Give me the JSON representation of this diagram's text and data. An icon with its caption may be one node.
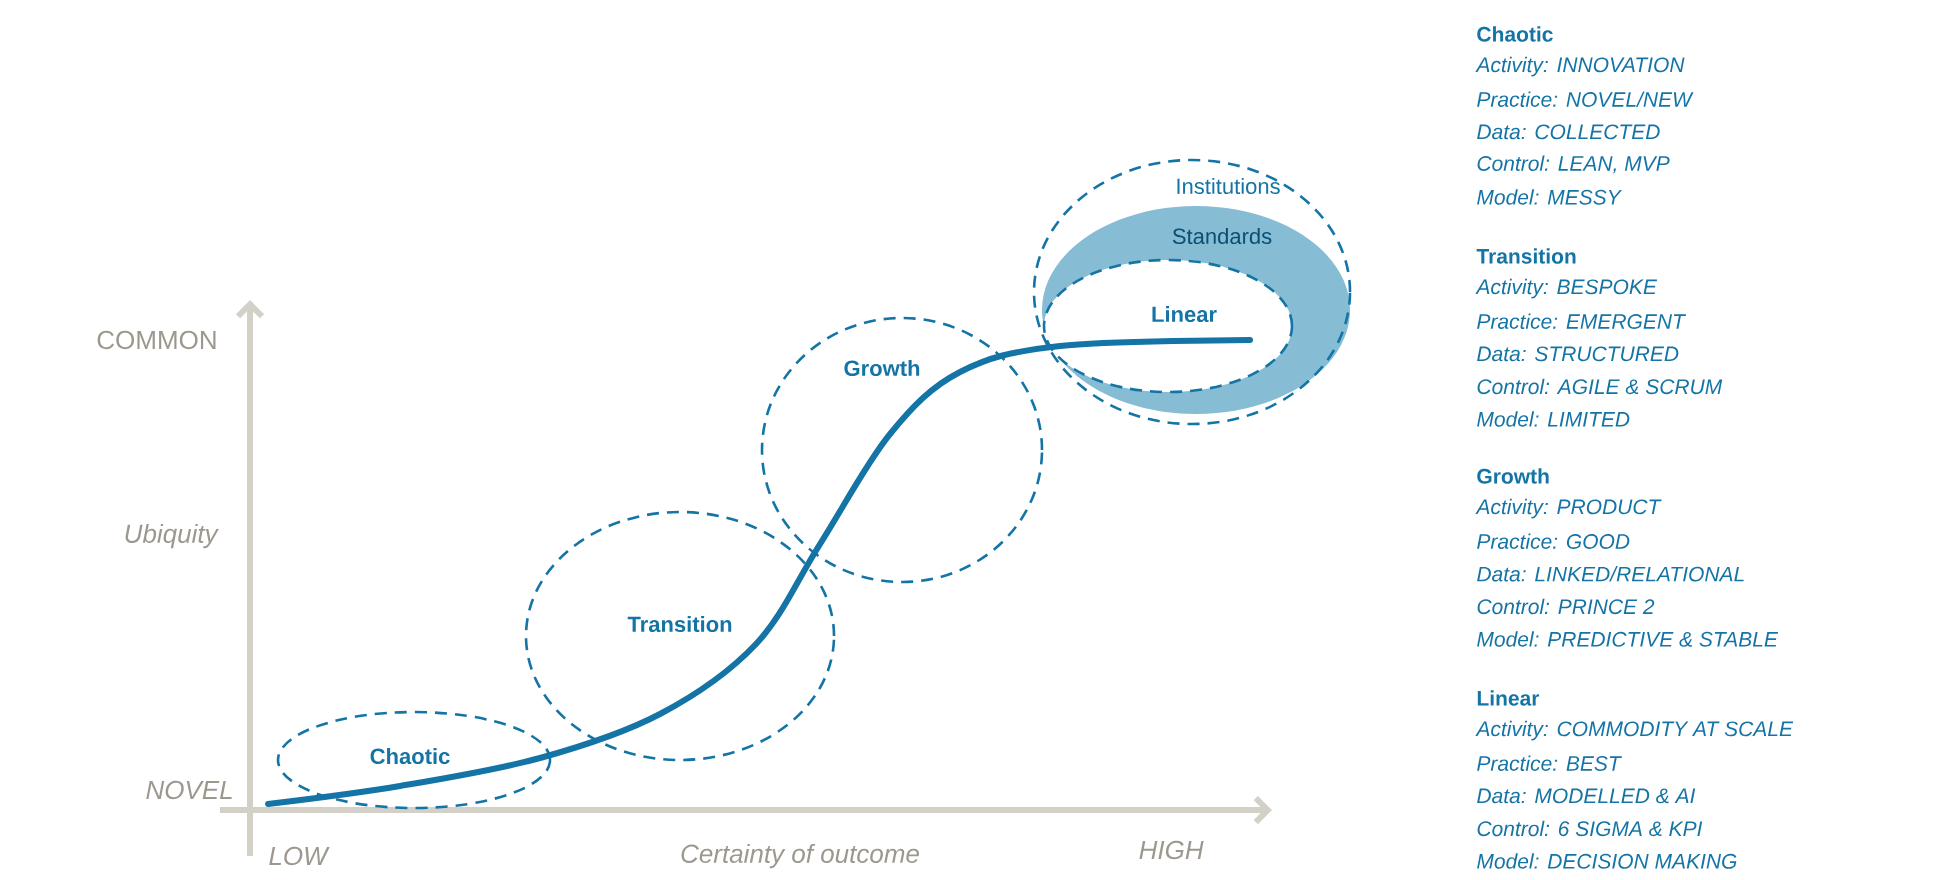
{
  "diagram": {
    "nodes": [
      {
        "text": [
          "Chaotic"
        ]
      },
      {
        "text": [
          "Transition"
        ]
      },
      {
        "text": [
          "Growth"
        ]
      },
      {
        "text": [
          "Institutions"
        ]
      },
      {
        "text": [
          "Standards"
        ],
        "in": 3
      },
      {
        "text": [
          "Linear"
        ],
        "in": 4
      }
    ],
    "edges": [],
    "labels": [
      "COMMON",
      "Ubiquity",
      "NOVEL",
      "LOW",
      "Certainty of outcome",
      "HIGH",
      "Chaotic",
      "Activity: INNOVATION",
      "Practice: NOVEL/NEW",
      "Data: COLLECTED",
      "Control: LEAN, MVP",
      "Model: MESSY",
      "Transition",
      "Activity: BESPOKE",
      "Practice: EMERGENT",
      "Data: STRUCTURED",
      "Control: AGILE & SCRUM",
      "Model: LIMITED",
      "Growth",
      "Activity: PRODUCT",
      "Practice: GOOD",
      "Data: LINKED/RELATIONAL",
      "Control: PRINCE 2",
      "Model: PREDICTIVE & STABLE",
      "Linear",
      "Activity: COMMODITY AT SCALE",
      "Practice: BEST",
      "Data: MODELLED & AI",
      "Control: 6 SIGMA & KPI",
      "Model: DECISION MAKING"
    ]
  }
}
